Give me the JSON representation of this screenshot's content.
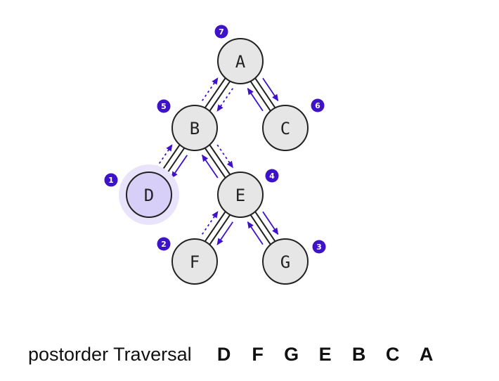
{
  "nodes": [
    {
      "id": "A",
      "label": "A",
      "order": "7"
    },
    {
      "id": "B",
      "label": "B",
      "order": "5"
    },
    {
      "id": "C",
      "label": "C",
      "order": "6"
    },
    {
      "id": "D",
      "label": "D",
      "order": "1"
    },
    {
      "id": "E",
      "label": "E",
      "order": "4"
    },
    {
      "id": "F",
      "label": "F",
      "order": "2"
    },
    {
      "id": "G",
      "label": "G",
      "order": "3"
    }
  ],
  "edges": [
    [
      "A",
      "B"
    ],
    [
      "A",
      "C"
    ],
    [
      "B",
      "D"
    ],
    [
      "B",
      "E"
    ],
    [
      "E",
      "F"
    ],
    [
      "E",
      "G"
    ]
  ],
  "highlighted_node": "D",
  "traversal": {
    "label": "postorder Traversal",
    "sequence": [
      "D",
      "F",
      "G",
      "E",
      "B",
      "C",
      "A"
    ]
  },
  "colors": {
    "accent": "#3d12c9",
    "node_fill": "#e6e6e6",
    "node_stroke": "#222222",
    "highlight_fill": "#d8cff8",
    "highlight_halo": "#e9e4fb"
  }
}
